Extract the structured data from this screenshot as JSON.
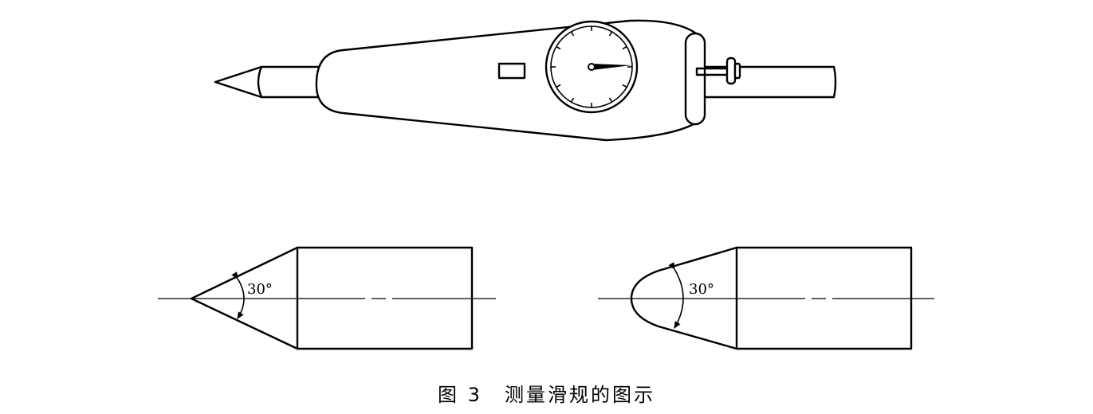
{
  "figure": {
    "label": "图 3",
    "title": "测量滑规的图示"
  },
  "annotations": {
    "left_angle": "30°",
    "right_angle": "30°"
  }
}
